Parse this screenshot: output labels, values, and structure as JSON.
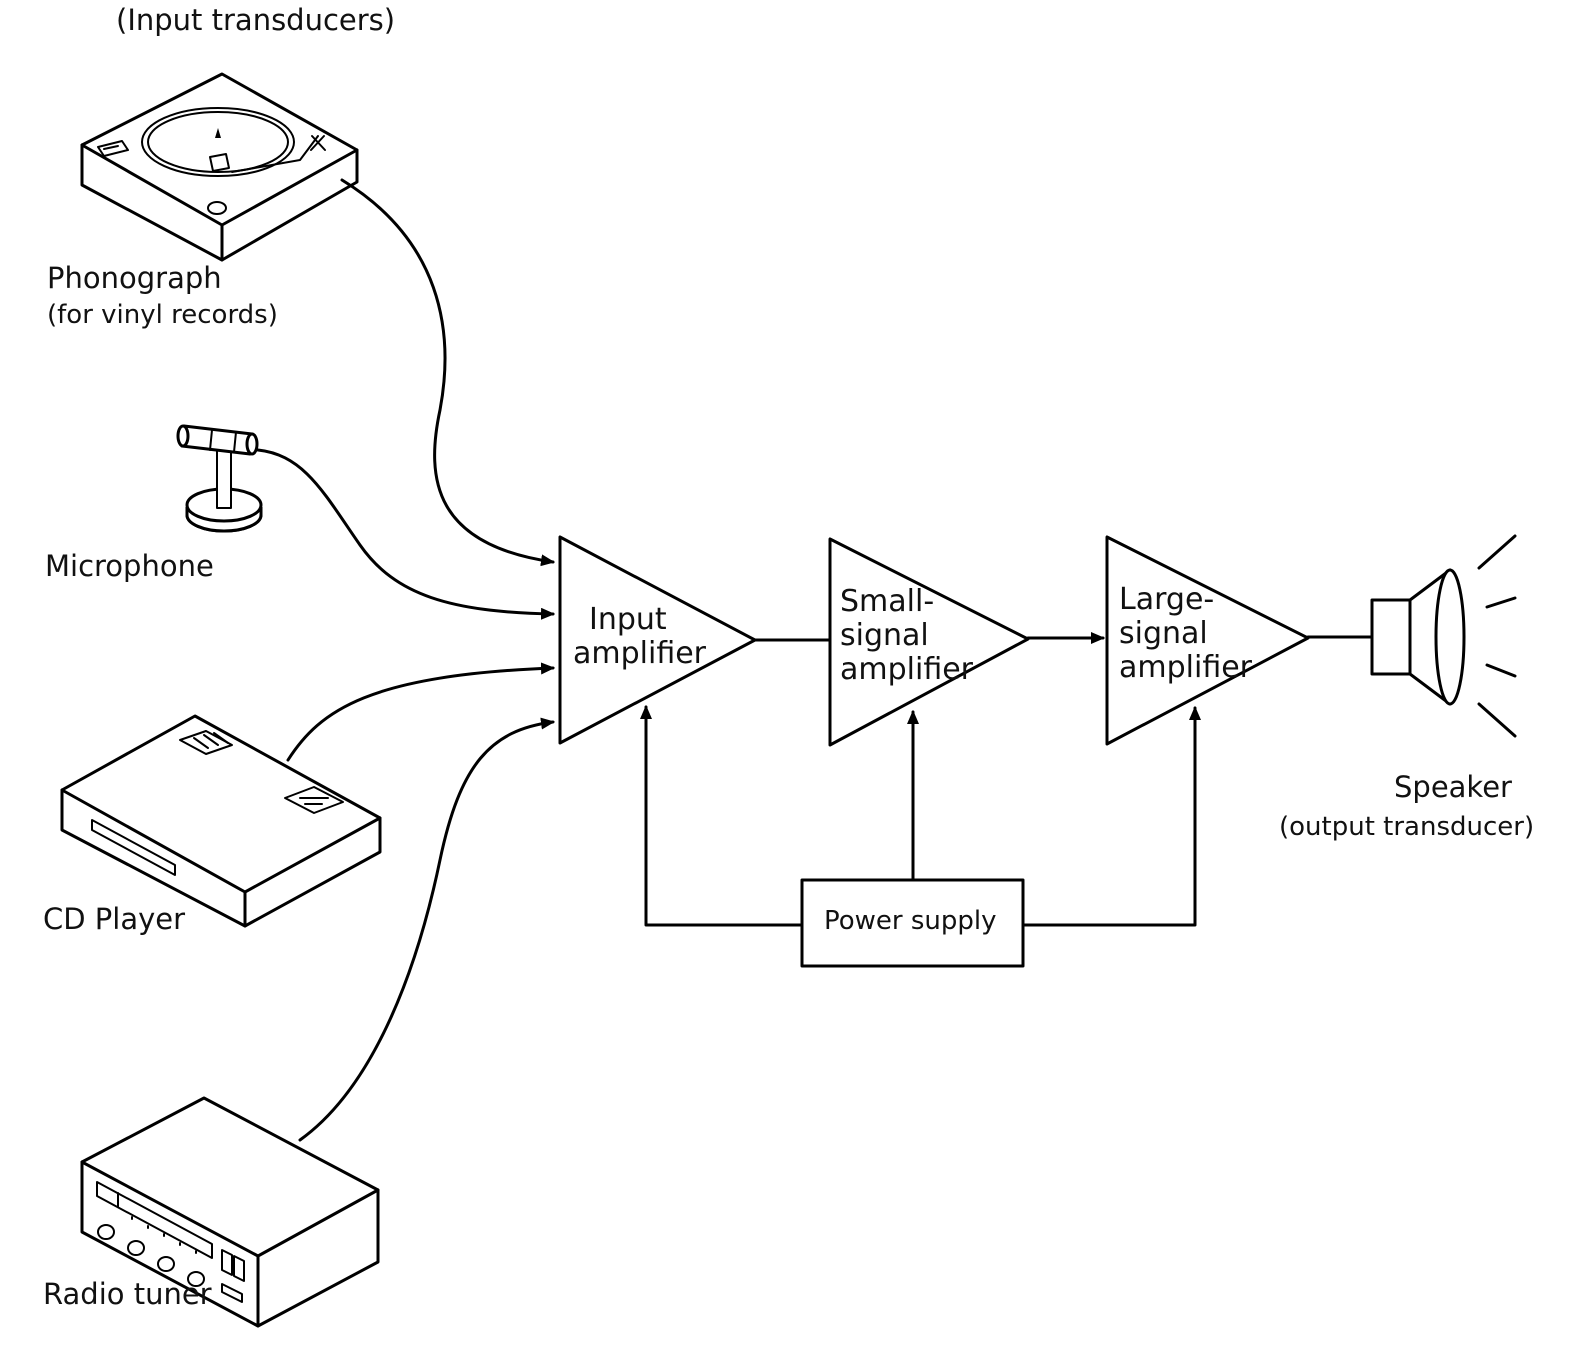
{
  "title": "(Input transducers)",
  "inputs": {
    "phonograph": {
      "name": "Phonograph",
      "note": "(for vinyl records)"
    },
    "microphone": {
      "name": "Microphone"
    },
    "cd_player": {
      "name": "CD Player"
    },
    "radio_tuner": {
      "name": "Radio tuner"
    }
  },
  "stages": {
    "input_amp": {
      "line1": "Input",
      "line2": "amplifier"
    },
    "small_amp": {
      "line1": "Small-",
      "line2": "signal",
      "line3": "amplifier"
    },
    "large_amp": {
      "line1": "Large-",
      "line2": "signal",
      "line3": "amplifier"
    }
  },
  "power_supply": {
    "label": "Power supply"
  },
  "output": {
    "name": "Speaker",
    "note": "(output transducer)"
  }
}
